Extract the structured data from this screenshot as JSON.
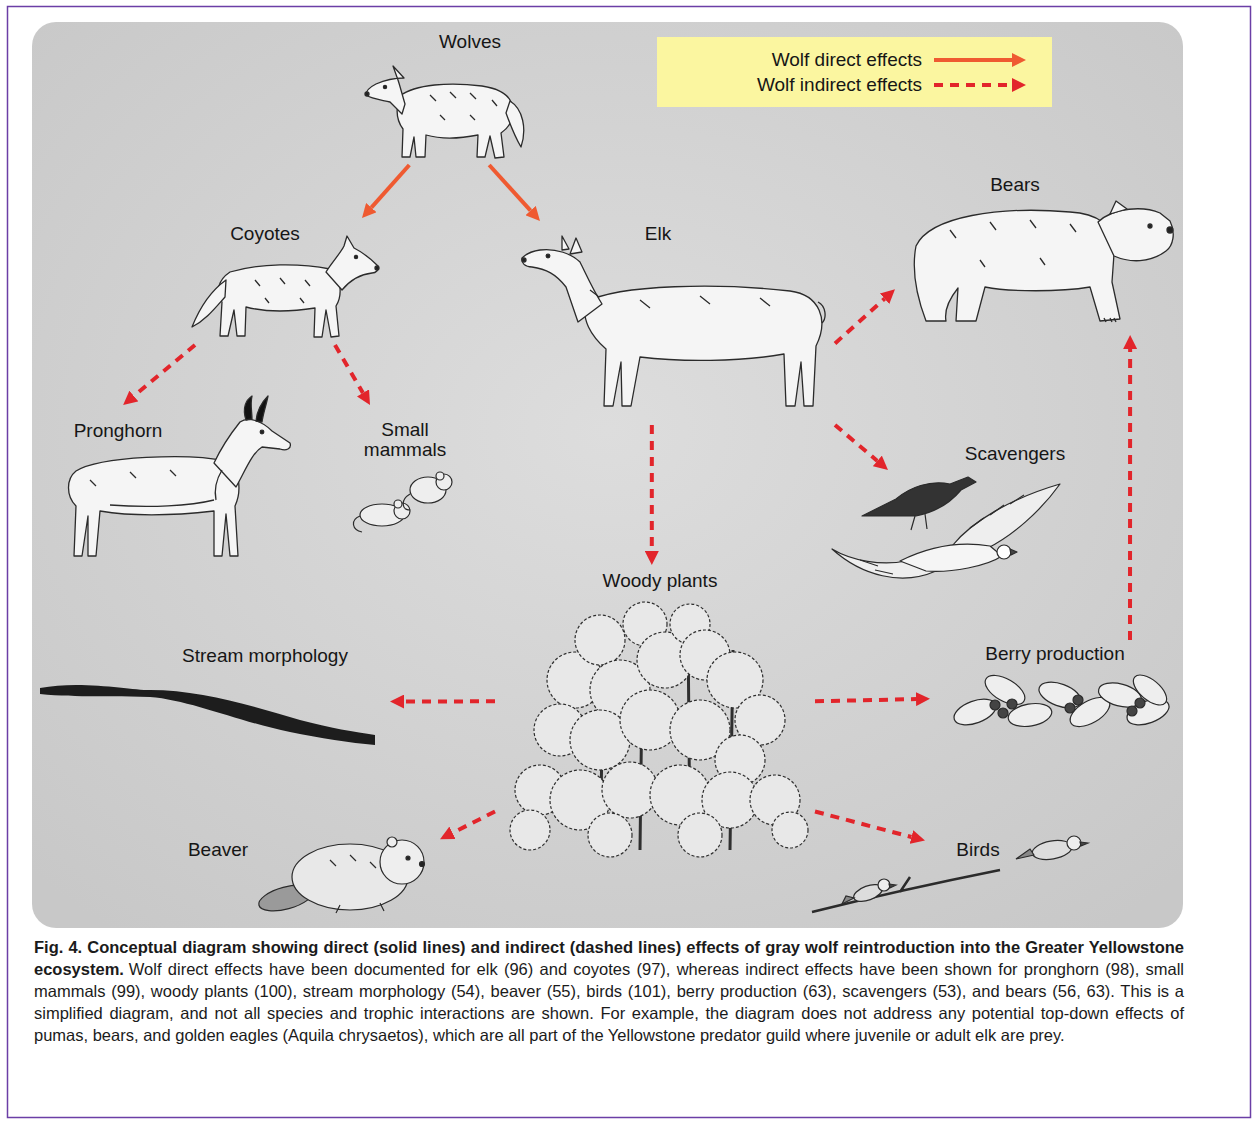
{
  "diagram": {
    "title": "Fig. 4. Conceptual diagram showing direct (solid lines) and indirect (dashed lines) effects of gray wolf reintroduction into the Greater Yellowstone ecosystem.",
    "caption": "Wolf direct effects have been documented for elk (96) and coyotes (97), whereas indirect effects have been shown for pronghorn (98), small mammals (99), woody plants (100), stream morphology (54), beaver (55), birds (101), berry production (63), scavengers (53), and bears (56, 63). This is a simplified diagram, and not all species and trophic interactions are shown. For example, the diagram does not address any potential top-down effects of pumas, bears, and golden eagles (Aquila chrysaetos), which are all part of the Yellowstone predator guild where juvenile or adult elk are prey.",
    "nodes": [
      {
        "text": [
          "Wolves"
        ]
      },
      {
        "text": [
          "Coyotes"
        ]
      },
      {
        "text": [
          "Elk"
        ]
      },
      {
        "text": [
          "Bears"
        ]
      },
      {
        "text": [
          "Pronghorn"
        ]
      },
      {
        "text": [
          "Small mammals"
        ]
      },
      {
        "text": [
          "Scavengers"
        ]
      },
      {
        "text": [
          "Woody plants"
        ]
      },
      {
        "text": [
          "Stream morphology"
        ]
      },
      {
        "text": [
          "Berry production"
        ]
      },
      {
        "text": [
          "Beaver"
        ]
      },
      {
        "text": [
          "Birds"
        ]
      }
    ],
    "edges": [
      {
        "from": 0,
        "to": 1,
        "arrow": "to"
      },
      {
        "from": 0,
        "to": 2,
        "arrow": "to"
      },
      {
        "from": 1,
        "to": 4,
        "arrow": "to"
      },
      {
        "from": 1,
        "to": 5,
        "arrow": "to"
      },
      {
        "from": 2,
        "to": 7,
        "arrow": "to"
      },
      {
        "from": 2,
        "to": 6,
        "arrow": "to"
      },
      {
        "from": 2,
        "to": 3,
        "arrow": "to"
      },
      {
        "from": 7,
        "to": 8,
        "arrow": "to"
      },
      {
        "from": 7,
        "to": 9,
        "arrow": "to"
      },
      {
        "from": 7,
        "to": 10,
        "arrow": "to"
      },
      {
        "from": 7,
        "to": 11,
        "arrow": "to"
      },
      {
        "from": 9,
        "to": 3,
        "arrow": "to"
      }
    ],
    "legend": [
      {
        "text": "Wolf direct effects"
      },
      {
        "text": "Wolf indirect effects"
      }
    ]
  }
}
